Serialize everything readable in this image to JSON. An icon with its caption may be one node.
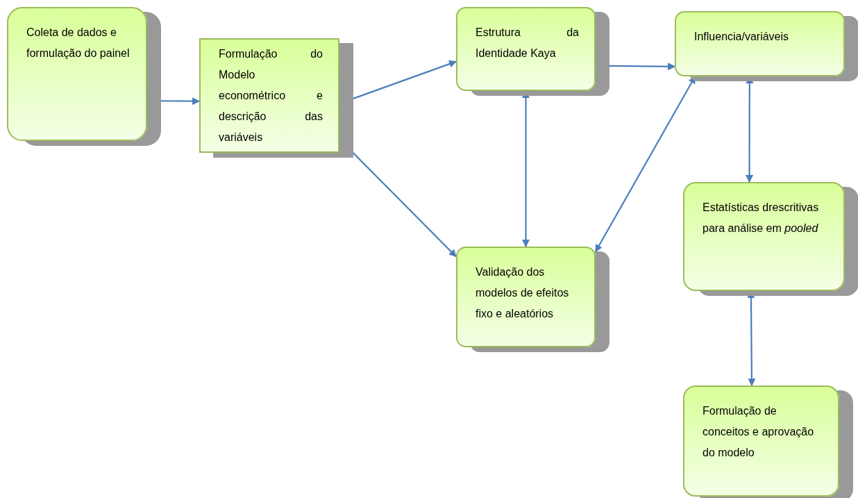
{
  "diagram": {
    "nodes": [
      {
        "text": [
          "Coleta de  dados e formulação do painel"
        ]
      },
      {
        "text": [
          "Formulação do Modelo econométrico e descrição das variáveis"
        ]
      },
      {
        "text": [
          "Estrutura da Identidade Kaya"
        ]
      },
      {
        "text": [
          "Validação dos modelos de efeitos fixo e aleatórios"
        ]
      },
      {
        "text": [
          "Influencia/variáveis"
        ]
      },
      {
        "text": [
          "Estatísticas drescritivas para análise em *pooled*"
        ]
      },
      {
        "text": [
          "Formulação de conceitos e aprovação do modelo"
        ]
      }
    ],
    "edges": [
      {
        "from": 0,
        "to": 1,
        "arrow": "to"
      },
      {
        "from": 1,
        "to": 2,
        "arrow": "to"
      },
      {
        "from": 1,
        "to": 3,
        "arrow": "to"
      },
      {
        "from": 2,
        "to": 4,
        "arrow": "both"
      },
      {
        "from": 2,
        "to": 3,
        "arrow": "both"
      },
      {
        "from": 3,
        "to": 4,
        "arrow": "both"
      },
      {
        "from": 4,
        "to": 5,
        "arrow": "both"
      },
      {
        "from": 5,
        "to": 6,
        "arrow": "both"
      }
    ]
  }
}
